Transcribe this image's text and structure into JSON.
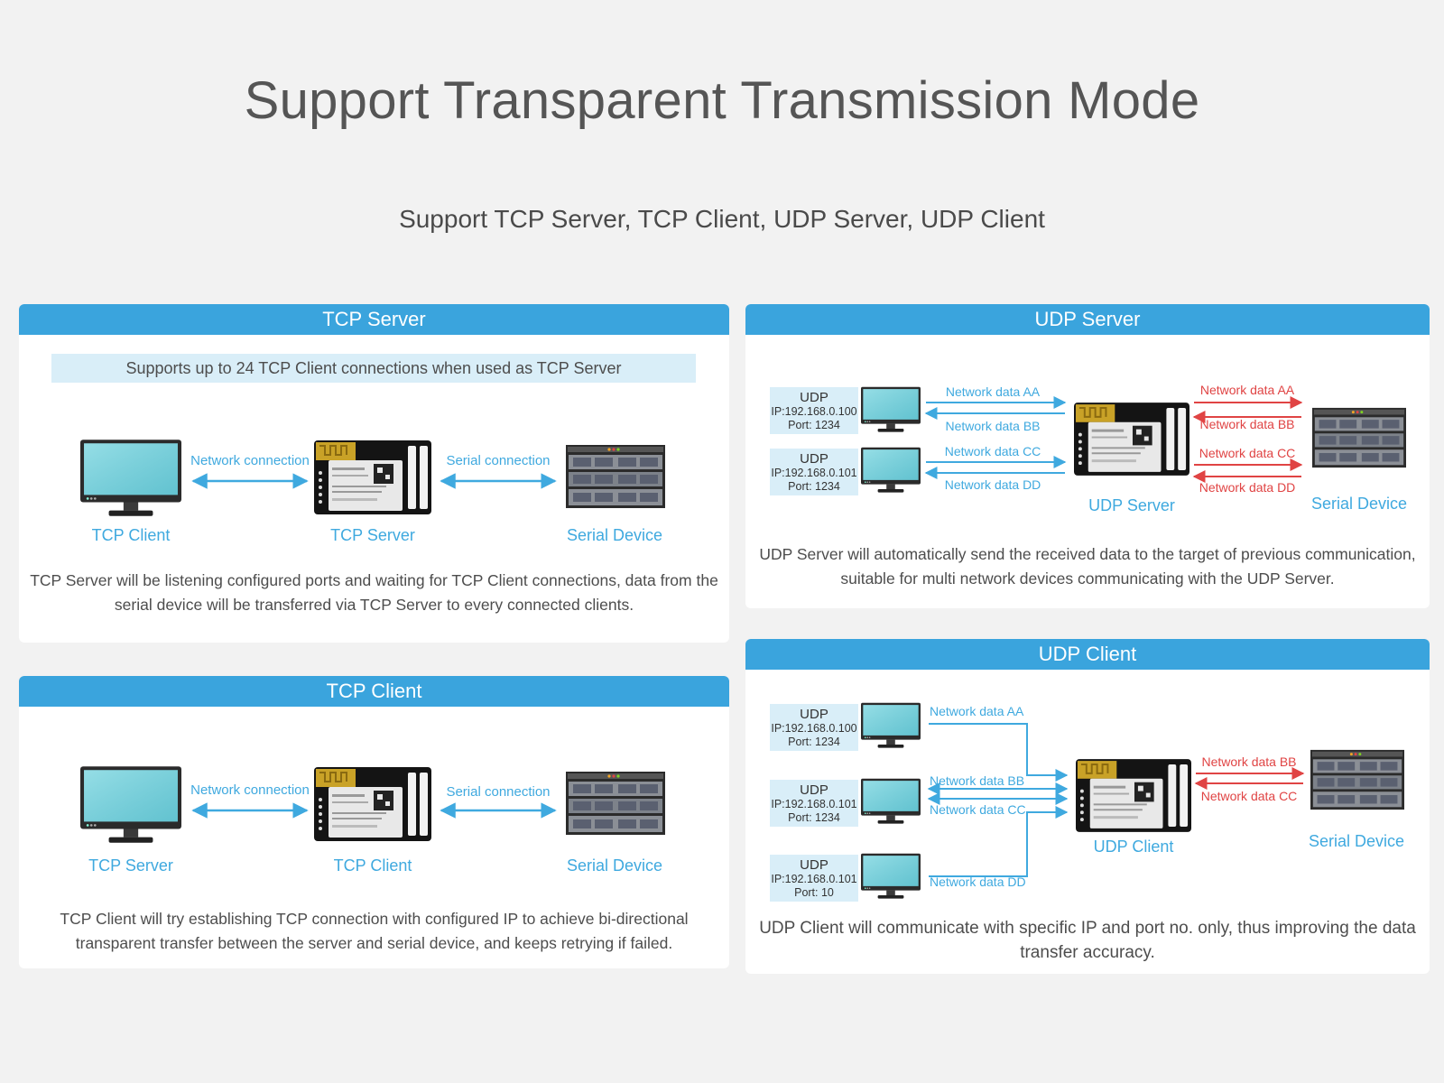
{
  "page": {
    "title": "Support Transparent Transmission Mode",
    "subtitle": "Support TCP Server, TCP Client, UDP Server, UDP Client"
  },
  "colors": {
    "accent": "#3aa4dd",
    "label_blue": "#3fa9df",
    "label_red": "#e04444",
    "info_bg": "#d9eef8"
  },
  "tcp_server": {
    "header": "TCP Server",
    "banner": "Supports up to 24 TCP Client connections when used as TCP Server",
    "left_label": "TCP Client",
    "center_label": "TCP Server",
    "right_label": "Serial Device",
    "network_link": "Network connection",
    "serial_link": "Serial connection",
    "description": "TCP Server will be listening configured ports and waiting for TCP Client connections, data from the serial device will be transferred via TCP Server to every connected clients."
  },
  "tcp_client": {
    "header": "TCP Client",
    "left_label": "TCP Server",
    "center_label": "TCP Client",
    "right_label": "Serial Device",
    "network_link": "Network connection",
    "serial_link": "Serial connection",
    "description": "TCP Client will try establishing TCP connection with configured IP to achieve bi-directional transparent transfer between the server and serial device, and keeps retrying if failed."
  },
  "udp_server": {
    "header": "UDP Server",
    "hosts": [
      {
        "proto": "UDP",
        "ip": "IP:192.168.0.100",
        "port": "Port: 1234"
      },
      {
        "proto": "UDP",
        "ip": "IP:192.168.0.101",
        "port": "Port: 1234"
      }
    ],
    "network_data": [
      "Network data AA",
      "Network data BB",
      "Network data CC",
      "Network data DD"
    ],
    "serial_data": [
      "Network data AA",
      "Network data BB",
      "Network data CC",
      "Network data DD"
    ],
    "center_label": "UDP Server",
    "right_label": "Serial Device",
    "description": "UDP Server will automatically send the received data to the target of previous communication, suitable for multi network devices communicating with the UDP Server."
  },
  "udp_client": {
    "header": "UDP Client",
    "hosts": [
      {
        "proto": "UDP",
        "ip": "IP:192.168.0.100",
        "port": "Port: 1234"
      },
      {
        "proto": "UDP",
        "ip": "IP:192.168.0.101",
        "port": "Port: 1234"
      },
      {
        "proto": "UDP",
        "ip": "IP:192.168.0.101",
        "port": "Port: 10"
      }
    ],
    "network_data": [
      "Network data AA",
      "Network data BB",
      "Network data CC",
      "Network data DD"
    ],
    "serial_data": [
      "Network data BB",
      "Network data CC"
    ],
    "center_label": "UDP Client",
    "right_label": "Serial Device",
    "description": "UDP Client will communicate with specific IP and port no. only, thus improving the data transfer accuracy."
  }
}
